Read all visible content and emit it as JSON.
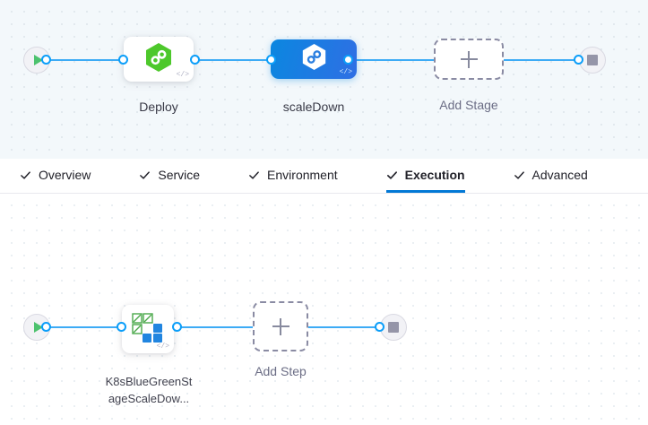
{
  "colors": {
    "accent": "#0278d5",
    "wire": "#3dabf5",
    "port_ring": "#0b9ef9",
    "selected_node_start": "#0b87e0",
    "selected_node_end": "#2f6fe4",
    "harness_green": "#4dc82b",
    "play_green": "#4dc26e",
    "terminal_fill": "#f2f2f6",
    "stage_canvas_bg": "#f3f8fb",
    "step_canvas_bg": "#ffffff",
    "dashed_border": "#8a8ba3",
    "k8s_green": "#4aa84a",
    "k8s_blue": "#2185e0"
  },
  "stage_canvas": {
    "start_node": {
      "name": "pipeline-start",
      "icon": "play-icon"
    },
    "end_node": {
      "name": "pipeline-end",
      "icon": "stop-icon"
    },
    "nodes": [
      {
        "id": "deploy",
        "label": "Deploy",
        "icon": "harness-hexagon-icon",
        "selected": false,
        "code_badge": "</>"
      },
      {
        "id": "scaleDown",
        "label": "scaleDown",
        "icon": "harness-hexagon-icon",
        "selected": true,
        "code_badge": "</>"
      }
    ],
    "add_stage": {
      "label": "Add Stage",
      "icon": "plus-icon"
    }
  },
  "tabs": [
    {
      "id": "overview",
      "label": "Overview",
      "icon": "check-icon",
      "active": false
    },
    {
      "id": "service",
      "label": "Service",
      "icon": "check-icon",
      "active": false
    },
    {
      "id": "environment",
      "label": "Environment",
      "icon": "check-icon",
      "active": false
    },
    {
      "id": "execution",
      "label": "Execution",
      "icon": "check-icon",
      "active": true
    },
    {
      "id": "advanced",
      "label": "Advanced",
      "icon": "check-icon",
      "active": false
    }
  ],
  "step_canvas": {
    "start_node": {
      "name": "execution-start",
      "icon": "play-icon"
    },
    "end_node": {
      "name": "execution-end",
      "icon": "stop-icon"
    },
    "steps": [
      {
        "id": "k8sBlueGreenStageScaleDown",
        "label_line1": "K8sBlueGreenSt",
        "label_line2": "ageScaleDow...",
        "icon": "kubernetes-blue-green-icon",
        "code_badge": "</>"
      }
    ],
    "add_step": {
      "label": "Add Step",
      "icon": "plus-icon"
    }
  }
}
